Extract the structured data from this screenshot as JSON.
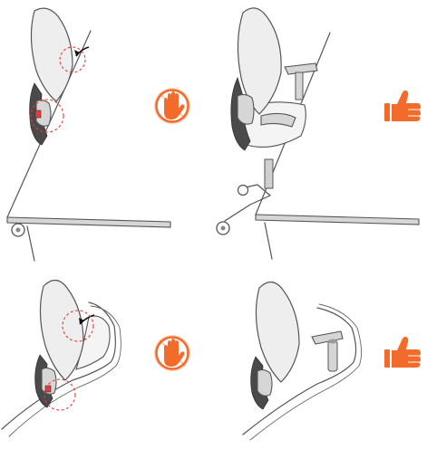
{
  "panels": [
    {
      "id": "chair-against-table-wrong",
      "verdict": "prohibited",
      "icon": "stop-hand-icon"
    },
    {
      "id": "chair-clear-of-table-correct",
      "verdict": "approved",
      "icon": "thumbs-up-icon"
    },
    {
      "id": "cover-bent-wrong",
      "verdict": "prohibited",
      "icon": "stop-hand-icon"
    },
    {
      "id": "cover-straight-correct",
      "verdict": "approved",
      "icon": "thumbs-up-icon"
    }
  ],
  "colors": {
    "accent": "#f26b2a",
    "accent_light": "#fbd3bd",
    "warning_circle": "#e83a3a",
    "mesh": "#eeeeee",
    "frame": "#4a4a4a",
    "line": "#555555"
  }
}
